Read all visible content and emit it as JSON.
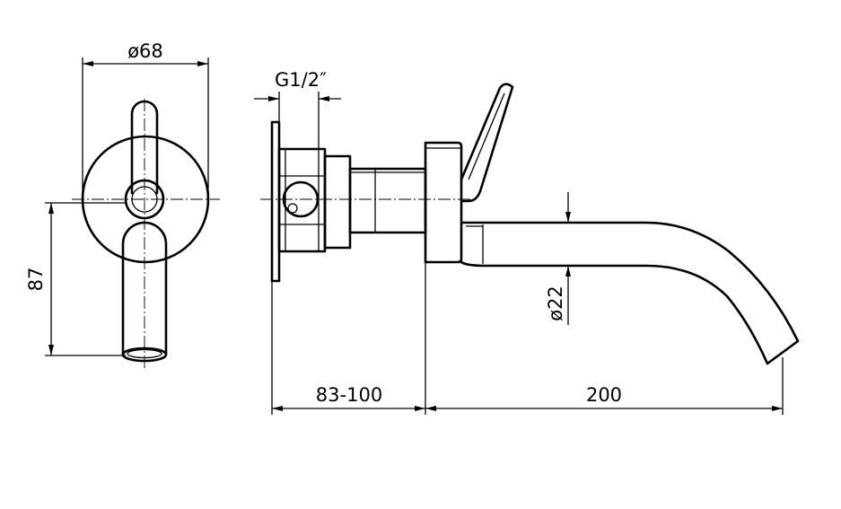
{
  "dimensions": {
    "rosette_diameter": "ø68",
    "spout_height": "87",
    "thread": "G1/2″",
    "body_depth": "83-100",
    "spout_reach": "200",
    "spout_diameter": "ø22"
  }
}
